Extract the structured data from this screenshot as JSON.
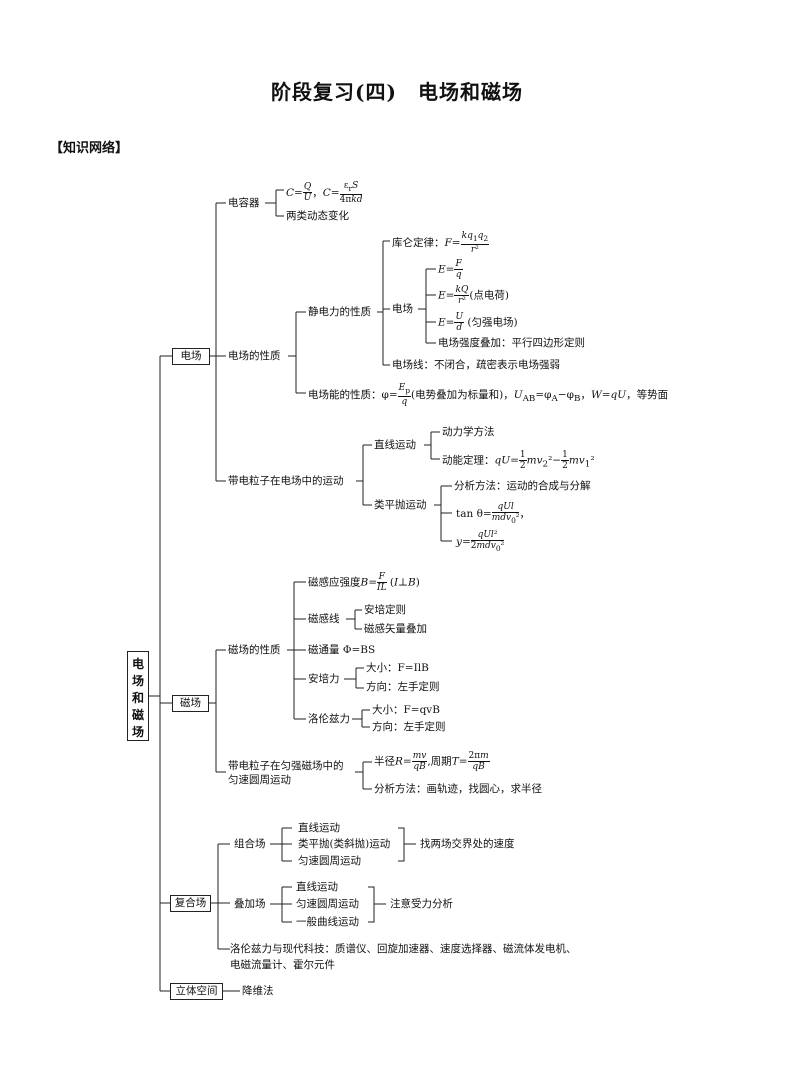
{
  "title": "阶段复习(四)　电场和磁场",
  "section_label": "【知识网络】",
  "root": "电场和磁场",
  "branches": {
    "electric_field": "电场",
    "magnetic_field": "磁场",
    "compound_field": "复合场",
    "spatial": "立体空间"
  },
  "electric": {
    "capacitor": "电容器",
    "cap_formula": "C=Q/U，C=εrS/4πkd",
    "cap_change": "两类动态变化",
    "field_props": "电场的性质",
    "electrostatic": "静电力的性质",
    "coulomb": "库仑定律：F=kq1q2/r²",
    "field": "电场",
    "e1": "E=F/q",
    "e2": "E=kQ/r² (点电荷)",
    "e3": "E=U/d (匀强电场)",
    "superpose": "电场强度叠加：平行四边形定则",
    "field_lines": "电场线：不闭合，疏密表示电场强弱",
    "potential": "电场能的性质：φ=Ep/q(电势叠加为标量和)，UAB=φA−φB，W=qU，等势面",
    "charged_motion": "带电粒子在电场中的运动",
    "linear": "直线运动",
    "dynamics": "动力学方法",
    "kinetic": "动能定理：qU=½mv2²−½mv1²",
    "projectile": "类平抛运动",
    "analysis": "分析方法：运动的合成与分解",
    "tan": "tan θ=qUl/mdv0²，",
    "y": "y=qUl²/2mdv0²"
  },
  "magnetic": {
    "props": "磁场的性质",
    "induction": "磁感应强度B=F/IL (I⊥B)",
    "induction_lines": "磁感线",
    "ampere_rule": "安培定则",
    "vector_sum": "磁感矢量叠加",
    "flux": "磁通量 Φ=BS",
    "ampere_force": "安培力",
    "af_size": "大小：F=IlB",
    "af_dir": "方向：左手定则",
    "lorentz": "洛伦兹力",
    "lf_size": "大小：F=qvB",
    "lf_dir": "方向：左手定则",
    "circular_1": "带电粒子在匀强磁场中的",
    "circular_2": "匀速圆周运动",
    "radius": "半径R=mv/qB，周期T=2πm/qB",
    "circ_analysis": "分析方法：画轨迹，找圆心，求半径"
  },
  "compound": {
    "combined": "组合场",
    "c1": "直线运动",
    "c2": "类平抛(类斜抛)运动",
    "c3": "匀速圆周运动",
    "c_note": "找两场交界处的速度",
    "superposed": "叠加场",
    "s1": "直线运动",
    "s2": "匀速圆周运动",
    "s3": "一般曲线运动",
    "s_note": "注意受力分析",
    "tech_1": "洛伦兹力与现代科技：质谱仪、回旋加速器、速度选择器、磁流体发电机、",
    "tech_2": "电磁流量计、霍尔元件"
  },
  "spatial": {
    "method": "降维法"
  }
}
